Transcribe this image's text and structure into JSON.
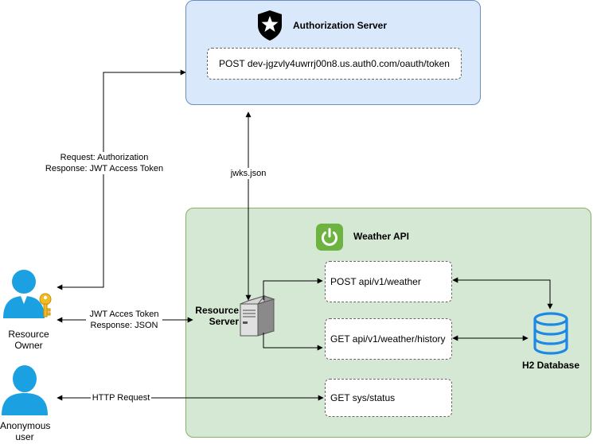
{
  "auth_server": {
    "title": "Authorization Server",
    "endpoint": "POST dev-jgzvly4uwrrj00n8.us.auth0.com/oauth/token"
  },
  "weather_api": {
    "title": "Weather API",
    "endpoints": [
      "POST api/v1/weather",
      "GET api/v1/weather/history",
      "GET sys/status"
    ]
  },
  "resource_server": {
    "label_line1": "Resource",
    "label_line2": "Server"
  },
  "database": {
    "label": "H2 Database"
  },
  "actors": {
    "resource_owner": {
      "line1": "Resource",
      "line2": "Owner"
    },
    "anonymous_user": {
      "line1": "Anonymous",
      "line2": "user"
    }
  },
  "edges": {
    "auth_request": "Request: Authorization",
    "auth_response": "Response: JWT Access Token",
    "jwks": "jwks.json",
    "jwt_token": "JWT Acces Token",
    "json_response": "Response: JSON",
    "http_request": "HTTP Request"
  },
  "colors": {
    "auth_fill": "#dae8fc",
    "auth_stroke": "#6c8ebf",
    "api_fill": "#d5e8d4",
    "api_stroke": "#82b366",
    "user_icon": "#1ba1e2",
    "spring_green": "#6db33f",
    "db_blue": "#1e88e5"
  }
}
